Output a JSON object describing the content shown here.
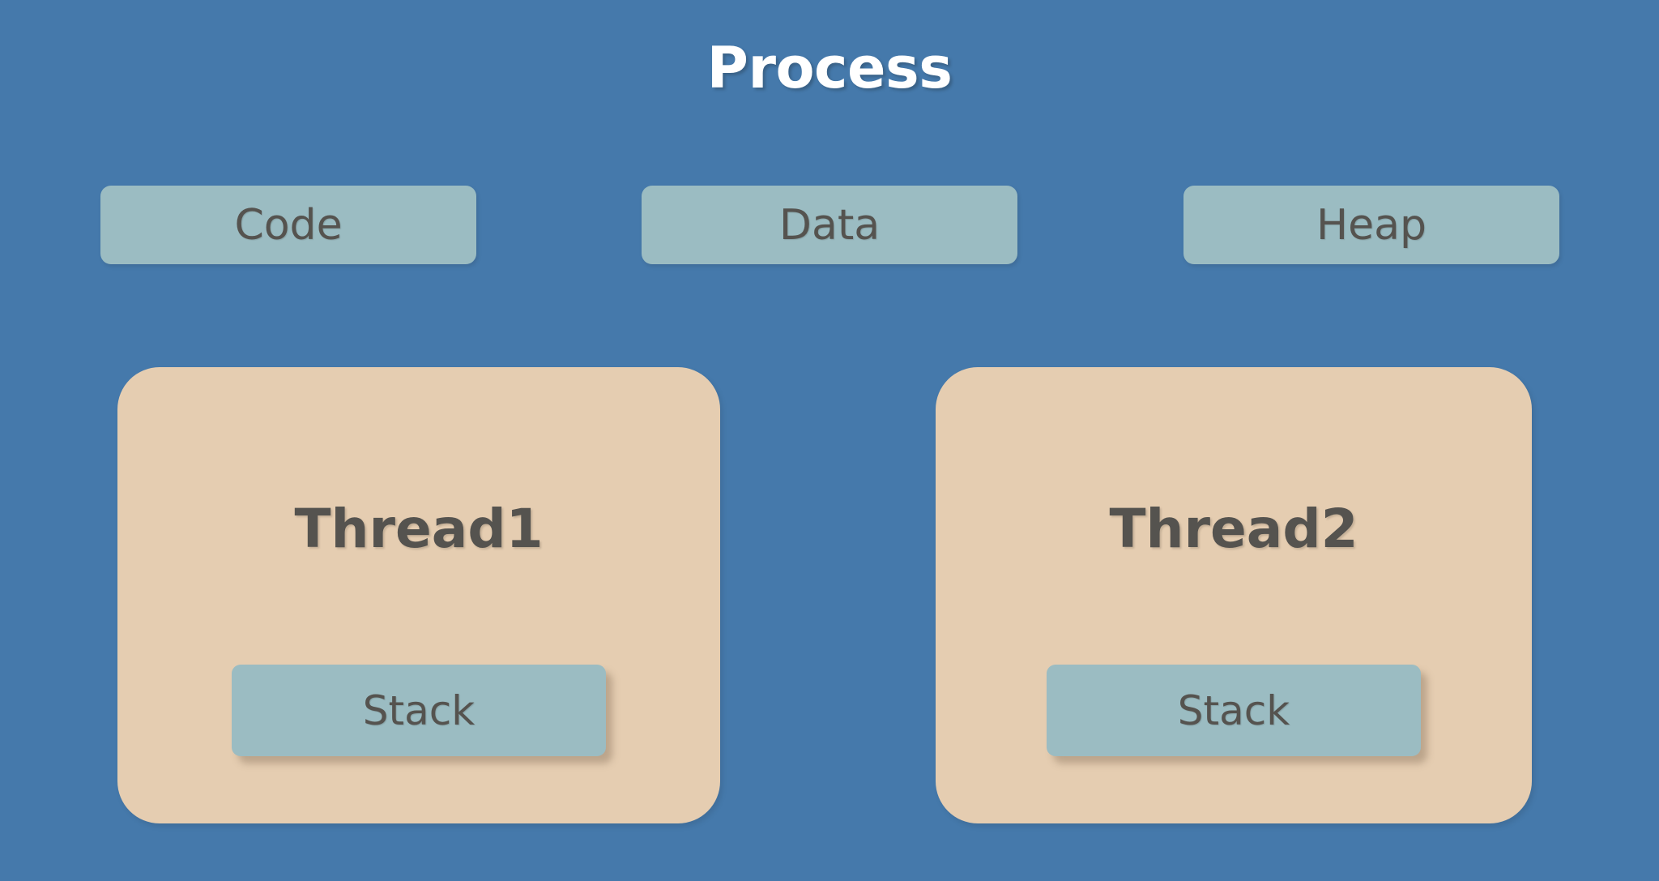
{
  "diagram": {
    "title": "Process",
    "background_color": "#4579ab",
    "segment_box_color": "#9bbcc2",
    "thread_box_color": "#e5cdb1",
    "text_color": "#55534f",
    "title_color": "#ffffff"
  },
  "memory_segments": [
    {
      "label": "Code"
    },
    {
      "label": "Data"
    },
    {
      "label": "Heap"
    }
  ],
  "threads": [
    {
      "title": "Thread1",
      "stack_label": "Stack"
    },
    {
      "title": "Thread2",
      "stack_label": "Stack"
    }
  ]
}
